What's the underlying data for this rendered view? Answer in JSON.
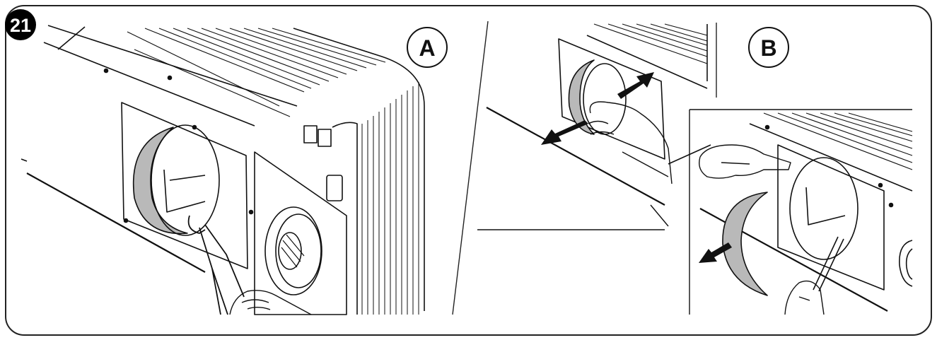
{
  "figure": {
    "step_number": "21",
    "panel_a_label": "A",
    "panel_b_label": "B"
  },
  "colors": {
    "outline": "#111111",
    "panel_fill": "#ffffff",
    "gasket_gray": "#b9b9b9",
    "badge": "#000000"
  },
  "icons": [
    "arrow-pull-out-icon",
    "arrow-push-in-icon",
    "pliers-icon",
    "hand-icon",
    "screwdriver-icon"
  ]
}
